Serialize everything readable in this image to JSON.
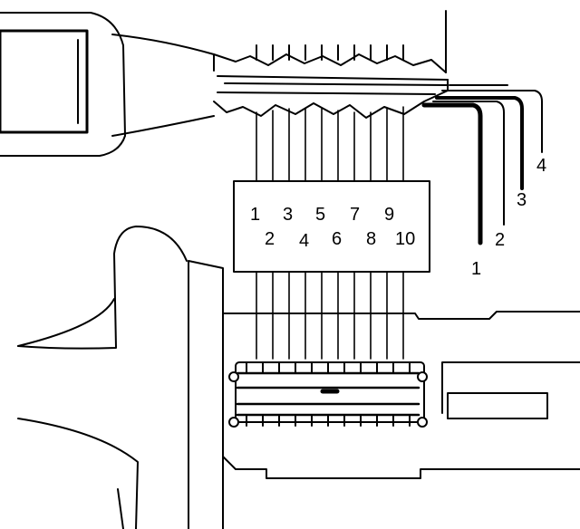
{
  "cut_numbers": [
    "1",
    "2",
    "3",
    "4",
    "5",
    "6",
    "7",
    "8",
    "9",
    "10"
  ],
  "depth_labels": [
    "1",
    "2",
    "3",
    "4"
  ]
}
